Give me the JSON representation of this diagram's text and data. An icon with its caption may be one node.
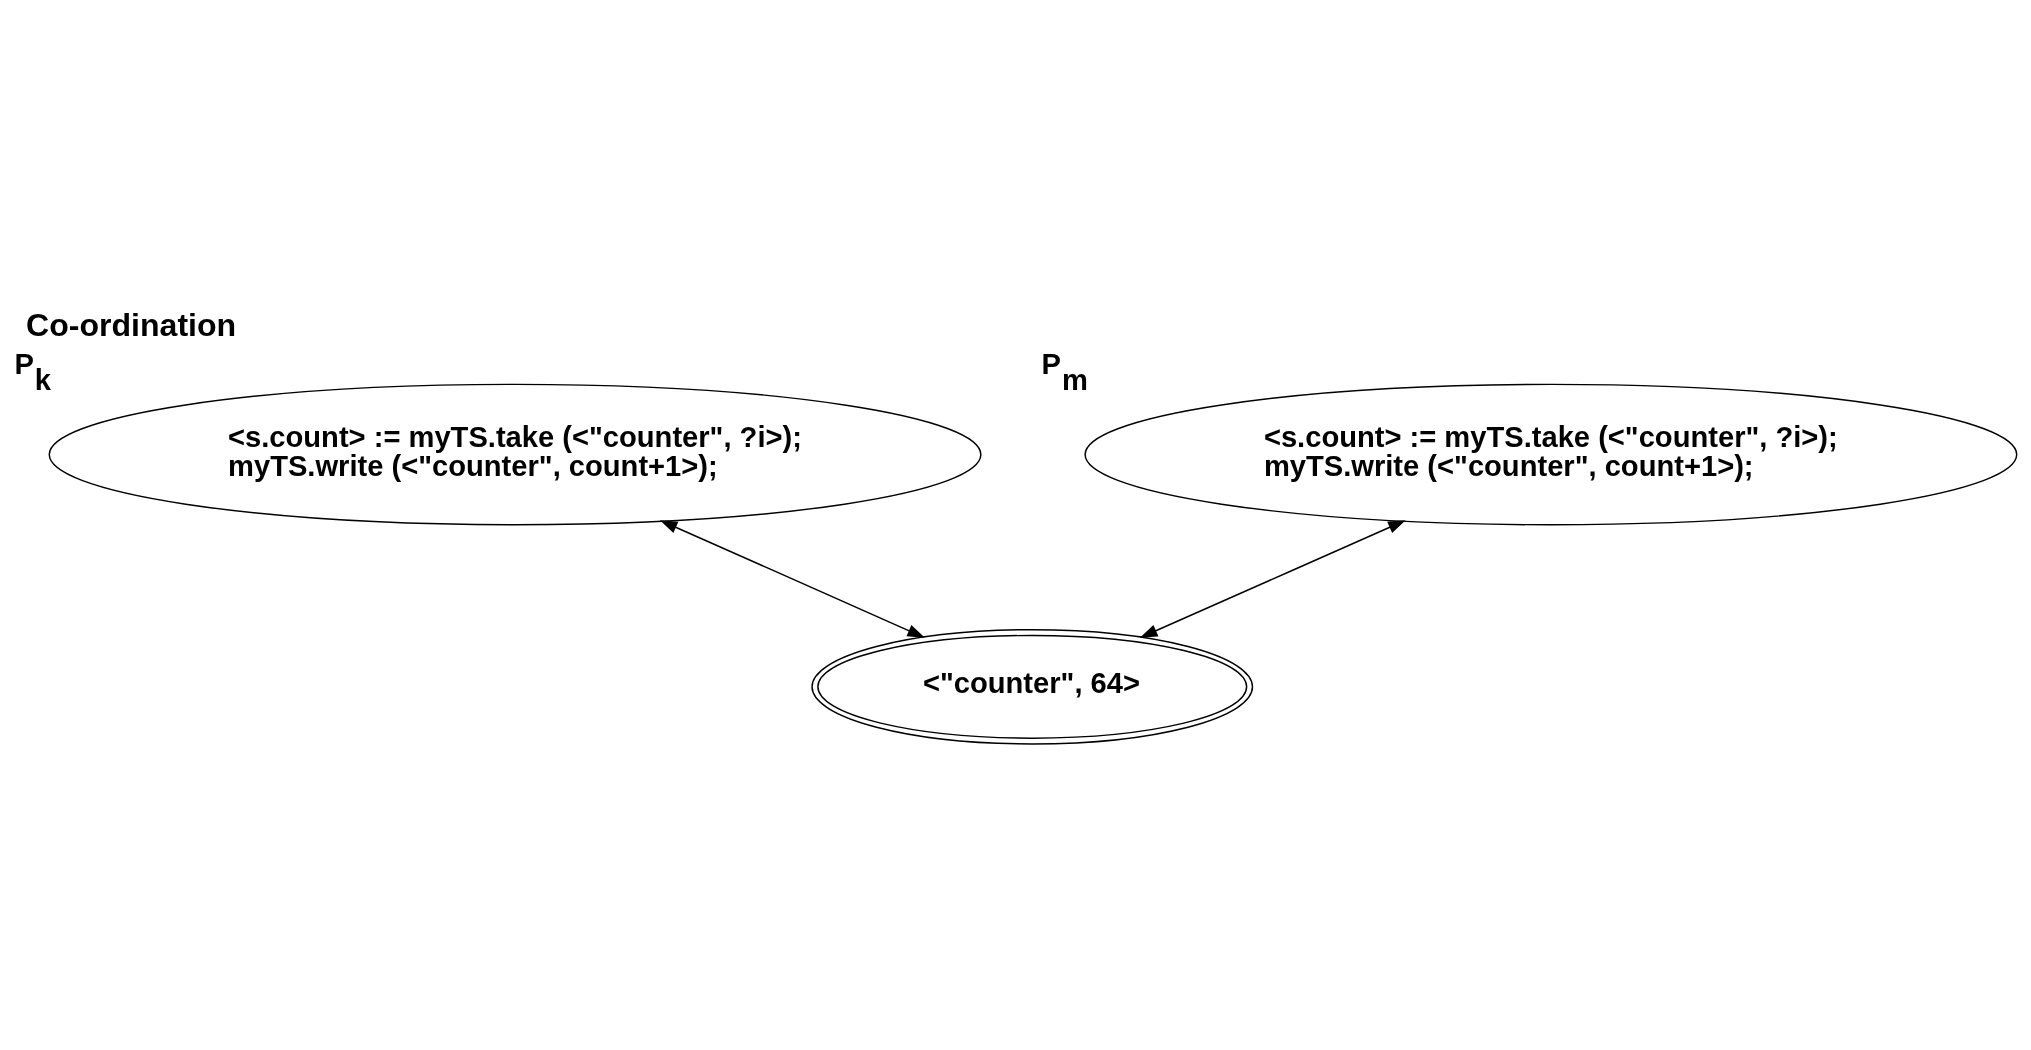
{
  "diagram": {
    "title": "Co-ordination",
    "nodes": [
      {
        "text": [
          "<s.count> := myTS.take (<\"counter\", ?i>);",
          "myTS.write (<\"counter\", count+1>);"
        ],
        "beside": [
          "P$_{k}$"
        ]
      },
      {
        "text": [
          "<\"counter\", 64>"
        ]
      },
      {
        "text": [
          "<s.count> := myTS.take (<\"counter\", ?i>);",
          "myTS.write (<\"counter\", count+1>);"
        ],
        "beside": [
          "P$_{m}$"
        ]
      }
    ],
    "edges": [
      {
        "from": 0,
        "to": 1,
        "arrow": "both"
      },
      {
        "from": 2,
        "to": 1,
        "arrow": "both"
      }
    ]
  }
}
